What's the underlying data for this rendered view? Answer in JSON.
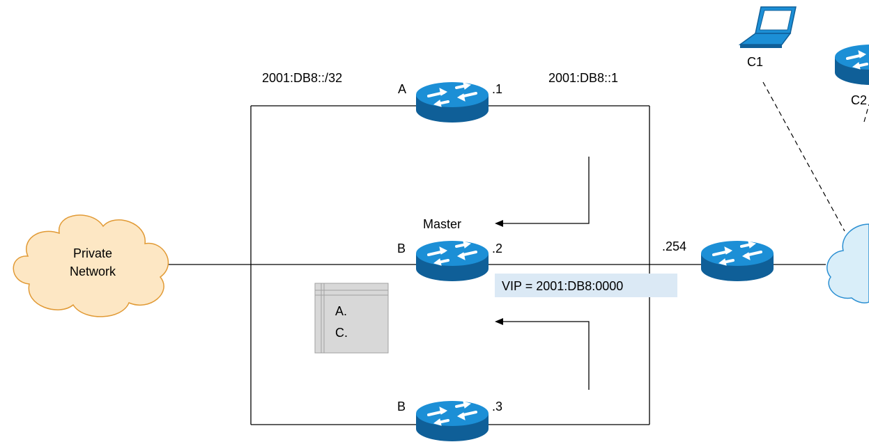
{
  "labels": {
    "subnet": "2001:DB8::/32",
    "router_a_tag": "A",
    "router_a_host": ".1",
    "router_a_addr": "2001:DB8::1",
    "master": "Master",
    "router_b_tag": "B",
    "router_b_host": ".2",
    "router_b3_tag": "B",
    "router_b3_host": ".3",
    "gateway_host": ".254",
    "vip": "VIP = 2001:DB8:0000",
    "client_c1": "C1",
    "client_c2": "C2",
    "cloud_line1": "Private",
    "cloud_line2": "Network",
    "note_a": "A.",
    "note_c": "C."
  },
  "colors": {
    "router_top": "#1c8fd6",
    "router_side": "#0f5f98",
    "cloud_fill": "#fde7c4",
    "cloud_stroke": "#e19a35",
    "cloud_right_fill": "#d9eef9",
    "cloud_right_stroke": "#2b8fd2",
    "vip_bg": "#dbe9f5",
    "note_bg": "#d8d8d8"
  },
  "icons": [
    "router-icon",
    "laptop-icon",
    "cloud-icon",
    "arrow-icon"
  ]
}
